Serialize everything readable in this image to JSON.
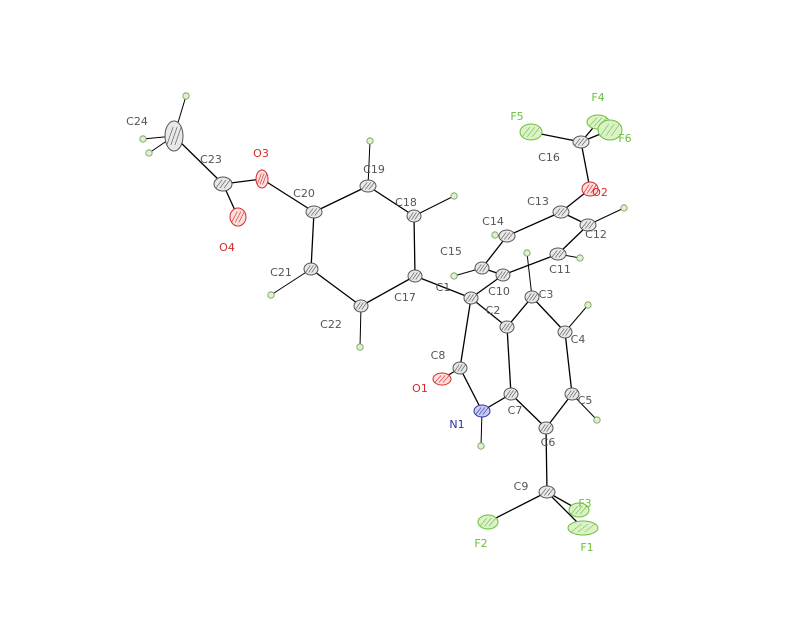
{
  "colors": {
    "bond": "#000000",
    "carbon_fill": "#e8e8e8",
    "carbon_stroke": "#555555",
    "carbon_label": "#555555",
    "hydrogen_fill": "#dff0cf",
    "hydrogen_stroke": "#6e9a54",
    "fluorine": "#6cbf3a",
    "fluorine_fill": "#dbf2c8",
    "oxygen": "#d42a2a",
    "oxygen_fill": "#fbdede",
    "nitrogen": "#2a35a6",
    "nitrogen_fill": "#c8ccf0"
  },
  "atoms": [
    {
      "id": "C1",
      "label": "C1",
      "element": "C"
    },
    {
      "id": "C2",
      "label": "C2",
      "element": "C"
    },
    {
      "id": "C3",
      "label": "C3",
      "element": "C"
    },
    {
      "id": "C4",
      "label": "C4",
      "element": "C"
    },
    {
      "id": "C5",
      "label": "C5",
      "element": "C"
    },
    {
      "id": "C6",
      "label": "C6",
      "element": "C"
    },
    {
      "id": "C7",
      "label": "C7",
      "element": "C"
    },
    {
      "id": "C8",
      "label": "C8",
      "element": "C"
    },
    {
      "id": "C9",
      "label": "C9",
      "element": "C"
    },
    {
      "id": "C10",
      "label": "C10",
      "element": "C"
    },
    {
      "id": "C11",
      "label": "C11",
      "element": "C"
    },
    {
      "id": "C12",
      "label": "C12",
      "element": "C"
    },
    {
      "id": "C13",
      "label": "C13",
      "element": "C"
    },
    {
      "id": "C14",
      "label": "C14",
      "element": "C"
    },
    {
      "id": "C15",
      "label": "C15",
      "element": "C"
    },
    {
      "id": "C16",
      "label": "C16",
      "element": "C"
    },
    {
      "id": "C17",
      "label": "C17",
      "element": "C"
    },
    {
      "id": "C18",
      "label": "C18",
      "element": "C"
    },
    {
      "id": "C19",
      "label": "C19",
      "element": "C"
    },
    {
      "id": "C20",
      "label": "C20",
      "element": "C"
    },
    {
      "id": "C21",
      "label": "C21",
      "element": "C"
    },
    {
      "id": "C22",
      "label": "C22",
      "element": "C"
    },
    {
      "id": "C23",
      "label": "C23",
      "element": "C"
    },
    {
      "id": "C24",
      "label": "C24",
      "element": "C"
    },
    {
      "id": "N1",
      "label": "N1",
      "element": "N"
    },
    {
      "id": "O1",
      "label": "O1",
      "element": "O"
    },
    {
      "id": "O2",
      "label": "O2",
      "element": "O"
    },
    {
      "id": "O3",
      "label": "O3",
      "element": "O"
    },
    {
      "id": "O4",
      "label": "O4",
      "element": "O"
    },
    {
      "id": "F1",
      "label": "F1",
      "element": "F"
    },
    {
      "id": "F2",
      "label": "F2",
      "element": "F"
    },
    {
      "id": "F3",
      "label": "F3",
      "element": "F"
    },
    {
      "id": "F4",
      "label": "F4",
      "element": "F"
    },
    {
      "id": "F5",
      "label": "F5",
      "element": "F"
    },
    {
      "id": "F6",
      "label": "F6",
      "element": "F"
    }
  ],
  "bonds": [
    [
      "C1",
      "C2"
    ],
    [
      "C1",
      "C8"
    ],
    [
      "C1",
      "C17"
    ],
    [
      "C1",
      "C10"
    ],
    [
      "C2",
      "C3"
    ],
    [
      "C2",
      "C7"
    ],
    [
      "C3",
      "C4"
    ],
    [
      "C4",
      "C5"
    ],
    [
      "C5",
      "C6"
    ],
    [
      "C6",
      "C7"
    ],
    [
      "C6",
      "C9"
    ],
    [
      "C7",
      "N1"
    ],
    [
      "N1",
      "C8"
    ],
    [
      "C8",
      "O1"
    ],
    [
      "C9",
      "F1"
    ],
    [
      "C9",
      "F2"
    ],
    [
      "C9",
      "F3"
    ],
    [
      "C10",
      "C11"
    ],
    [
      "C10",
      "C15"
    ],
    [
      "C11",
      "C12"
    ],
    [
      "C12",
      "C13"
    ],
    [
      "C13",
      "C14"
    ],
    [
      "C14",
      "C15"
    ],
    [
      "C13",
      "O2"
    ],
    [
      "O2",
      "C16"
    ],
    [
      "C16",
      "F4"
    ],
    [
      "C16",
      "F5"
    ],
    [
      "C16",
      "F6"
    ],
    [
      "C17",
      "C18"
    ],
    [
      "C17",
      "C22"
    ],
    [
      "C18",
      "C19"
    ],
    [
      "C19",
      "C20"
    ],
    [
      "C20",
      "C21"
    ],
    [
      "C21",
      "C22"
    ],
    [
      "C20",
      "O3"
    ],
    [
      "O3",
      "C23"
    ],
    [
      "C23",
      "O4"
    ],
    [
      "C23",
      "C24"
    ]
  ],
  "hydrogen_bonds": [
    "C3",
    "C4",
    "C5",
    "C11",
    "C12",
    "C14",
    "C15",
    "C18",
    "C19",
    "C21",
    "C22",
    "N1",
    "C24a",
    "C24b",
    "C24c"
  ]
}
